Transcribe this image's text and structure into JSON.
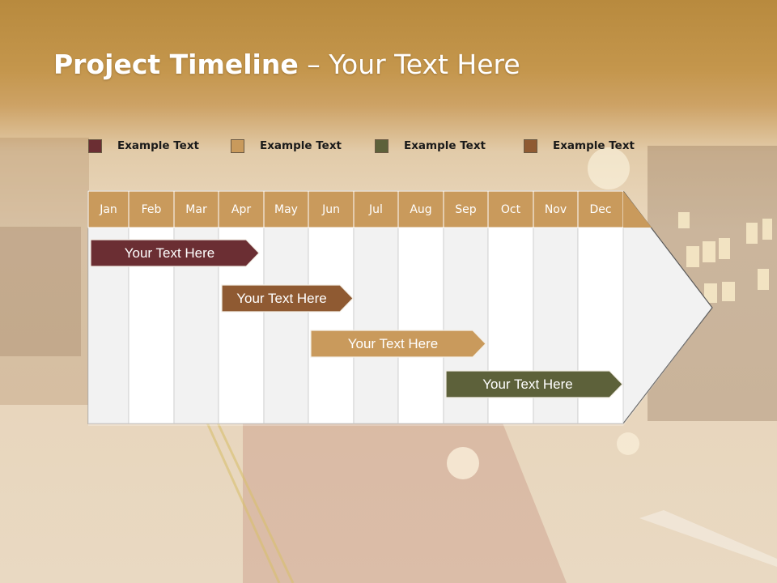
{
  "title": {
    "bold": "Project Timeline",
    "rest": " – Your Text Here"
  },
  "legend": [
    {
      "label": "Example Text",
      "color": "#6b2e33"
    },
    {
      "label": "Example Text",
      "color": "#c99a5c"
    },
    {
      "label": "Example Text",
      "color": "#5d613a"
    },
    {
      "label": "Example Text",
      "color": "#8f5a32"
    }
  ],
  "months": [
    "Jan",
    "Feb",
    "Mar",
    "Apr",
    "May",
    "Jun",
    "Jul",
    "Aug",
    "Sep",
    "Oct",
    "Nov",
    "Dec"
  ],
  "tasks": [
    {
      "label": "Your  Text Here",
      "color": "#6b2e33"
    },
    {
      "label": "Your  Text Here",
      "color": "#8f5a32"
    },
    {
      "label": "Your  Text Here",
      "color": "#c99a5c"
    },
    {
      "label": "Your  Text Here",
      "color": "#5d613a"
    }
  ],
  "colors": {
    "header": "#c99a5c",
    "column_light": "#f2f2f2",
    "column_white": "#ffffff",
    "title_band": "#b88a3e"
  }
}
